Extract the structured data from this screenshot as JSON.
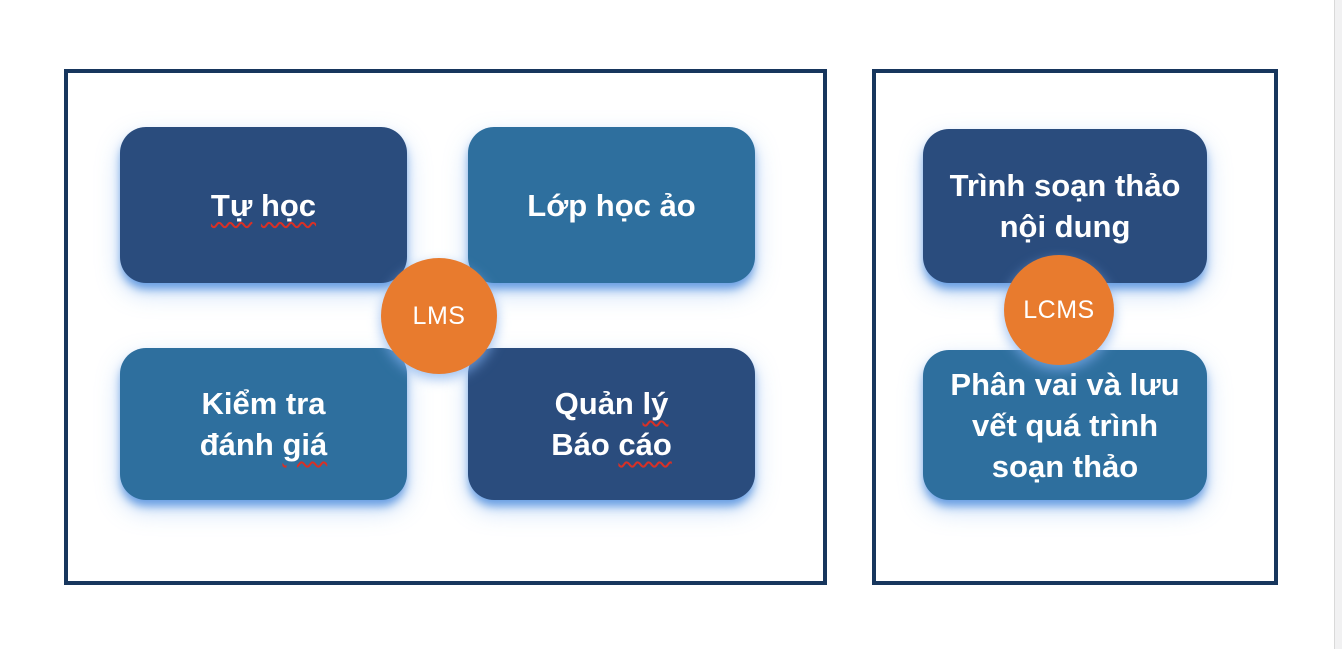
{
  "colors": {
    "dark_blue": "#2A4C7D",
    "light_blue": "#2E6F9E",
    "orange": "#E87B2E",
    "panel_border": "#17365D",
    "glow_blue": "#5E9BDE",
    "squiggle_red": "#D93025",
    "label_text": "#FFFFFF",
    "edge_strip": "#F1F1F2"
  },
  "lms_panel": {
    "hub_label": "LMS",
    "boxes": [
      {
        "id": "tu-hoc",
        "style": "dark",
        "lines": [
          {
            "segments": [
              {
                "text": "Tự",
                "misspelled": true
              },
              {
                "text": "học",
                "misspelled": true
              }
            ]
          }
        ]
      },
      {
        "id": "lop-hoc-ao",
        "style": "light",
        "lines": [
          {
            "segments": [
              {
                "text": "Lớp học ảo",
                "misspelled": false
              }
            ]
          }
        ]
      },
      {
        "id": "kiem-tra-danh-gia",
        "style": "light",
        "lines": [
          {
            "segments": [
              {
                "text": "Kiểm tra",
                "misspelled": false
              }
            ]
          },
          {
            "segments": [
              {
                "text": "đánh",
                "misspelled": false
              },
              {
                "text": "giá",
                "misspelled": true
              }
            ]
          }
        ]
      },
      {
        "id": "quan-ly-bao-cao",
        "style": "dark",
        "lines": [
          {
            "segments": [
              {
                "text": "Quản",
                "misspelled": false
              },
              {
                "text": "lý",
                "misspelled": true
              }
            ]
          },
          {
            "segments": [
              {
                "text": "Báo",
                "misspelled": false
              },
              {
                "text": "cáo",
                "misspelled": true
              }
            ]
          }
        ]
      }
    ]
  },
  "lcms_panel": {
    "hub_label": "LCMS",
    "boxes": [
      {
        "id": "trinh-soan-thao-noi-dung",
        "style": "dark",
        "lines": [
          {
            "segments": [
              {
                "text": "Trình soạn thảo",
                "misspelled": false
              }
            ]
          },
          {
            "segments": [
              {
                "text": "nội dung",
                "misspelled": false
              }
            ]
          }
        ]
      },
      {
        "id": "phan-vai-luu-vet",
        "style": "light",
        "lines": [
          {
            "segments": [
              {
                "text": "Phân vai và lưu",
                "misspelled": false
              }
            ]
          },
          {
            "segments": [
              {
                "text": "vết quá trình",
                "misspelled": false
              }
            ]
          },
          {
            "segments": [
              {
                "text": "soạn thảo",
                "misspelled": false
              }
            ]
          }
        ]
      }
    ]
  }
}
